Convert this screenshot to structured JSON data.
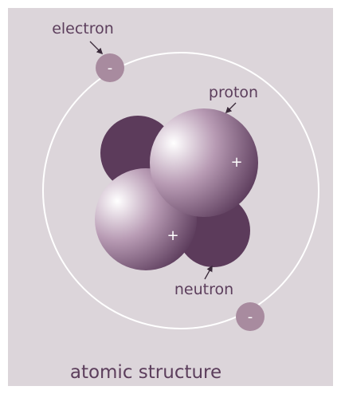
{
  "diagram": {
    "title": "atomic structure",
    "labels": {
      "electron": "electron",
      "proton": "proton",
      "neutron": "neutron"
    },
    "signs": {
      "electron_charge": "-",
      "proton_charge": "+"
    },
    "colors": {
      "background": "#dcd5da",
      "frame": "#ffffff",
      "orbit": "#ffffff",
      "neutron": "#5c3b5b",
      "proton_highlight": "#ffffff",
      "proton_mid": "#b89bb4",
      "proton_shadow": "#5a3a5a",
      "electron": "#a88b9f",
      "text": "#5c3e5c",
      "arrow": "#3a2a3a"
    },
    "particle_counts": {
      "protons": 2,
      "neutrons": 2,
      "electrons": 2
    }
  }
}
